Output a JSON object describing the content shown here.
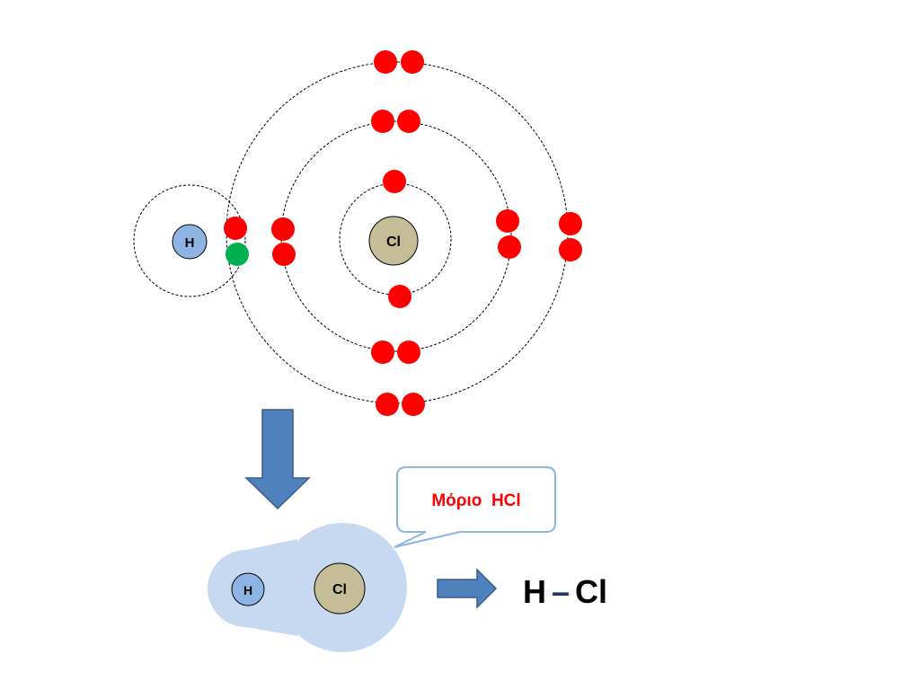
{
  "colors": {
    "electron": "#ff0000",
    "shared_electron": "#00b050",
    "hydrogen_nucleus": "#8eb4e3",
    "chlorine_nucleus": "#c4bd97",
    "electron_cloud": "#c6d9f1",
    "arrow": "#4f81bd",
    "callout_border": "#8eb4e3",
    "callout_text": "#ff0000"
  },
  "atoms": {
    "hydrogen": {
      "symbol": "H"
    },
    "chlorine": {
      "symbol": "Cl"
    }
  },
  "shells": {
    "chlorine": [
      {
        "level": 1,
        "electrons": 2
      },
      {
        "level": 2,
        "electrons": 8
      },
      {
        "level": 3,
        "electrons": 7
      }
    ],
    "hydrogen": [
      {
        "level": 1,
        "electrons": 1
      }
    ]
  },
  "callout": {
    "label": "Μόριο  HCl"
  },
  "molecule": {
    "h_label": "H",
    "cl_label": "Cl",
    "formula_left": "H",
    "formula_bond": "–",
    "formula_right": "Cl"
  }
}
